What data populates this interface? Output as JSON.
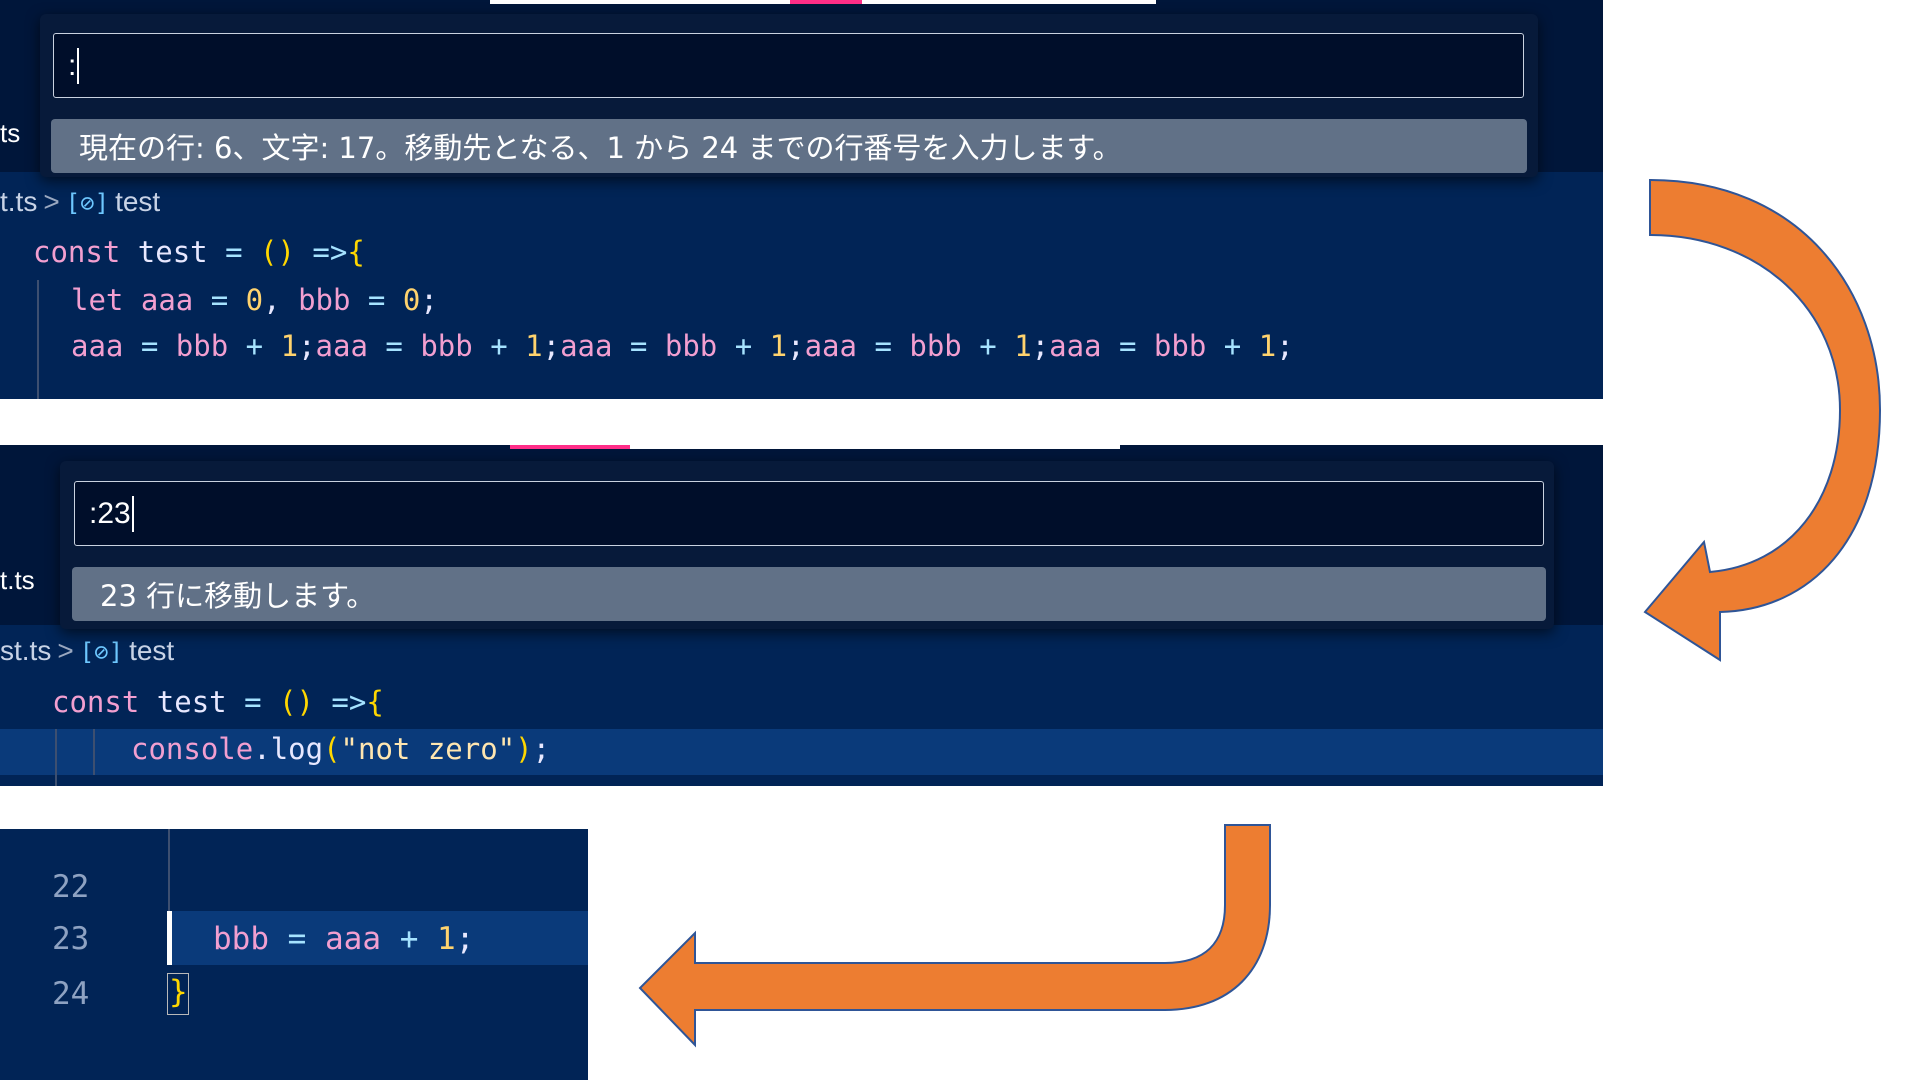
{
  "top": {
    "tab_fragment": "ts",
    "breadcrumb": {
      "file": "t.ts",
      "separator": ">",
      "symbol_icon": "[⊘]",
      "symbol": "test"
    },
    "input_value": ":",
    "hint": "現在の行: 6、文字: 17。移動先となる、1 から 24 までの行番号を入力します。",
    "code": {
      "line1": {
        "kw": "const",
        "name": "test",
        "eq": "=",
        "parens": "()",
        "arrow": "=>",
        "brace": "{"
      },
      "line2": {
        "kw": "let",
        "a": "aaa",
        "eq": "=",
        "zero": "0",
        "comma": ",",
        "b": "bbb",
        "eq2": "=",
        "zero2": "0",
        "semi": ";"
      },
      "line3": {
        "segments": [
          {
            "lhs": "aaa",
            "eq": "=",
            "rhs": "bbb",
            "plus": "+",
            "one": "1",
            "semi": ";"
          },
          {
            "lhs": "aaa",
            "eq": "=",
            "rhs": "bbb",
            "plus": "+",
            "one": "1",
            "semi": ";"
          },
          {
            "lhs": "aaa",
            "eq": "=",
            "rhs": "bbb",
            "plus": "+",
            "one": "1",
            "semi": ";"
          },
          {
            "lhs": "aaa",
            "eq": "=",
            "rhs": "bbb",
            "plus": "+",
            "one": "1",
            "semi": ";"
          },
          {
            "lhs": "aaa",
            "eq": "=",
            "rhs": "bbb",
            "plus": "+",
            "one": "1",
            "semi": ";"
          }
        ]
      }
    }
  },
  "middle": {
    "tab_fragment": "t.ts",
    "breadcrumb": {
      "file": "st.ts",
      "separator": ">",
      "symbol_icon": "[⊘]",
      "symbol": "test"
    },
    "input_value": ":23",
    "hint": "23 行に移動します。",
    "code": {
      "line1": {
        "kw": "const",
        "name": "test",
        "eq": "=",
        "parens": "()",
        "arrow": "=>",
        "brace": "{"
      },
      "line2": {
        "obj": "console",
        "dot": ".",
        "fn": "log",
        "open": "(",
        "str": "\"not zero\"",
        "close": ")",
        "semi": ";"
      }
    }
  },
  "bottom": {
    "line_numbers": [
      "22",
      "23",
      "24"
    ],
    "line23": {
      "lhs": "bbb",
      "eq": "=",
      "rhs": "aaa",
      "plus": "+",
      "one": "1",
      "semi": ";"
    },
    "line24": {
      "brace": "}"
    }
  },
  "colors": {
    "editor_bg": "#012456",
    "arrow_fill": "#ed7d31",
    "arrow_stroke": "#2f5597",
    "hint_bg": "#617187"
  }
}
